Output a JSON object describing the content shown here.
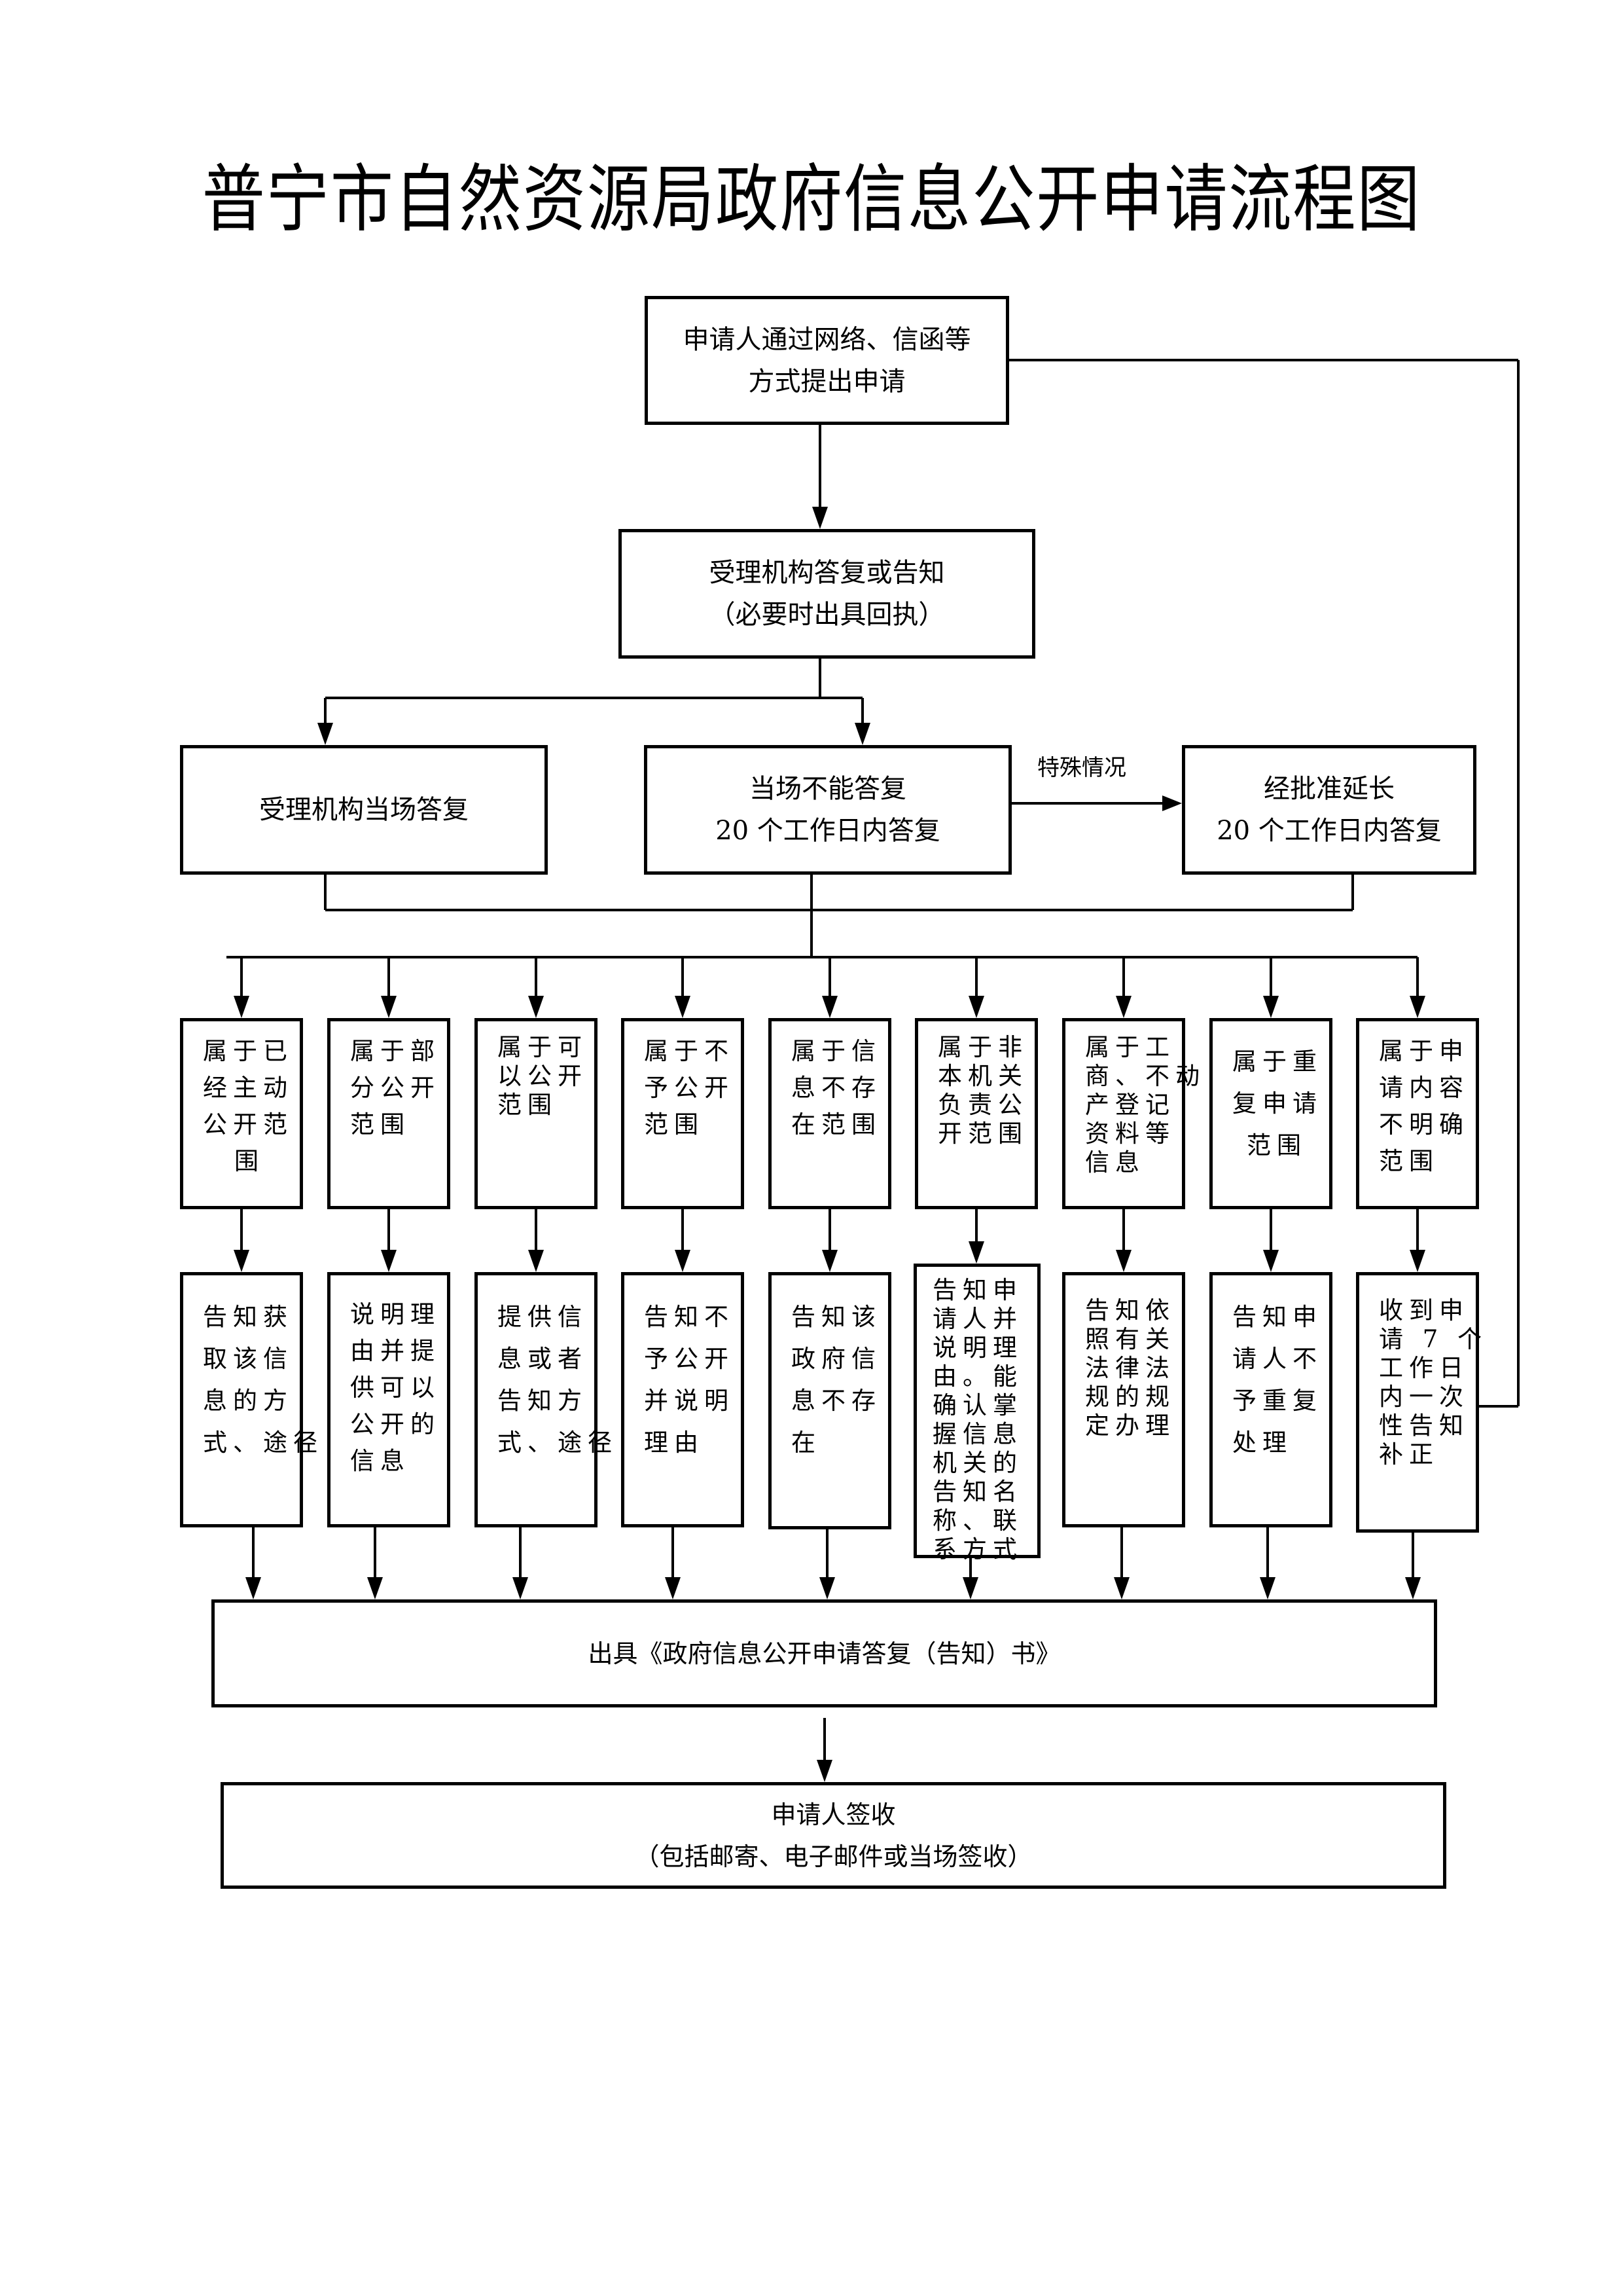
{
  "title": "普宁市自然资源局政府信息公开申请流程图",
  "nodes": {
    "apply": [
      "申请人通过网络、信函等",
      "方式提出申请"
    ],
    "accept": [
      "受理机构答复或告知",
      "（必要时出具回执）"
    ],
    "on_site": [
      "受理机构当场答复"
    ],
    "cannot_on_site": [
      "当场不能答复",
      "20 个工作日内答复"
    ],
    "extended": [
      "经批准延长",
      "20 个工作日内答复"
    ],
    "special_label": "特殊情况",
    "issue": [
      "出具《政府信息公开申请答复（告知）书》"
    ],
    "sign": [
      "申请人签收",
      "（包括邮寄、电子邮件或当场签收）"
    ]
  },
  "categories": [
    {
      "lines": [
        "属于已",
        "经主动",
        "公开范",
        "围"
      ]
    },
    {
      "lines": [
        "属于部",
        "分公开",
        "范围"
      ]
    },
    {
      "lines": [
        "属于可",
        "以公开",
        "范围"
      ]
    },
    {
      "lines": [
        "属于不",
        "予公开",
        "范围"
      ]
    },
    {
      "lines": [
        "属于信",
        "息不存",
        "在范围"
      ]
    },
    {
      "lines": [
        "属于非",
        "本机关",
        "负责公",
        "开范围"
      ]
    },
    {
      "lines": [
        "属于工",
        "商、不动",
        "产登记",
        "资料等",
        "信息"
      ]
    },
    {
      "lines": [
        "属于重",
        "复申请",
        "范围"
      ]
    },
    {
      "lines": [
        "属于申",
        "请内容",
        "不明确",
        "范围"
      ]
    }
  ],
  "actions": [
    {
      "lines": [
        "告知获",
        "取该信",
        "息的方",
        "式、途径"
      ]
    },
    {
      "lines": [
        "说明理",
        "由并提",
        "供可以",
        "公开的",
        "信息"
      ]
    },
    {
      "lines": [
        "提供信",
        "息或者",
        "告知方",
        "式、途径"
      ]
    },
    {
      "lines": [
        "告知不",
        "予公开",
        "并说明",
        "理由"
      ]
    },
    {
      "lines": [
        "告知该",
        "政府信",
        "息不存",
        "在"
      ]
    },
    {
      "lines": [
        "告知申",
        "请人并",
        "说明理",
        "由。能",
        "确认掌",
        "握信息",
        "机关的",
        "告知名",
        "称、联",
        "系方式"
      ]
    },
    {
      "lines": [
        "告知依",
        "照有关",
        "法律法",
        "规的规",
        "定办理"
      ]
    },
    {
      "lines": [
        "告知申",
        "请人不",
        "予重复",
        "处理"
      ]
    },
    {
      "lines": [
        "收到申",
        "请 7 个",
        "工作日",
        "内一次",
        "性告知",
        "补正"
      ]
    }
  ]
}
